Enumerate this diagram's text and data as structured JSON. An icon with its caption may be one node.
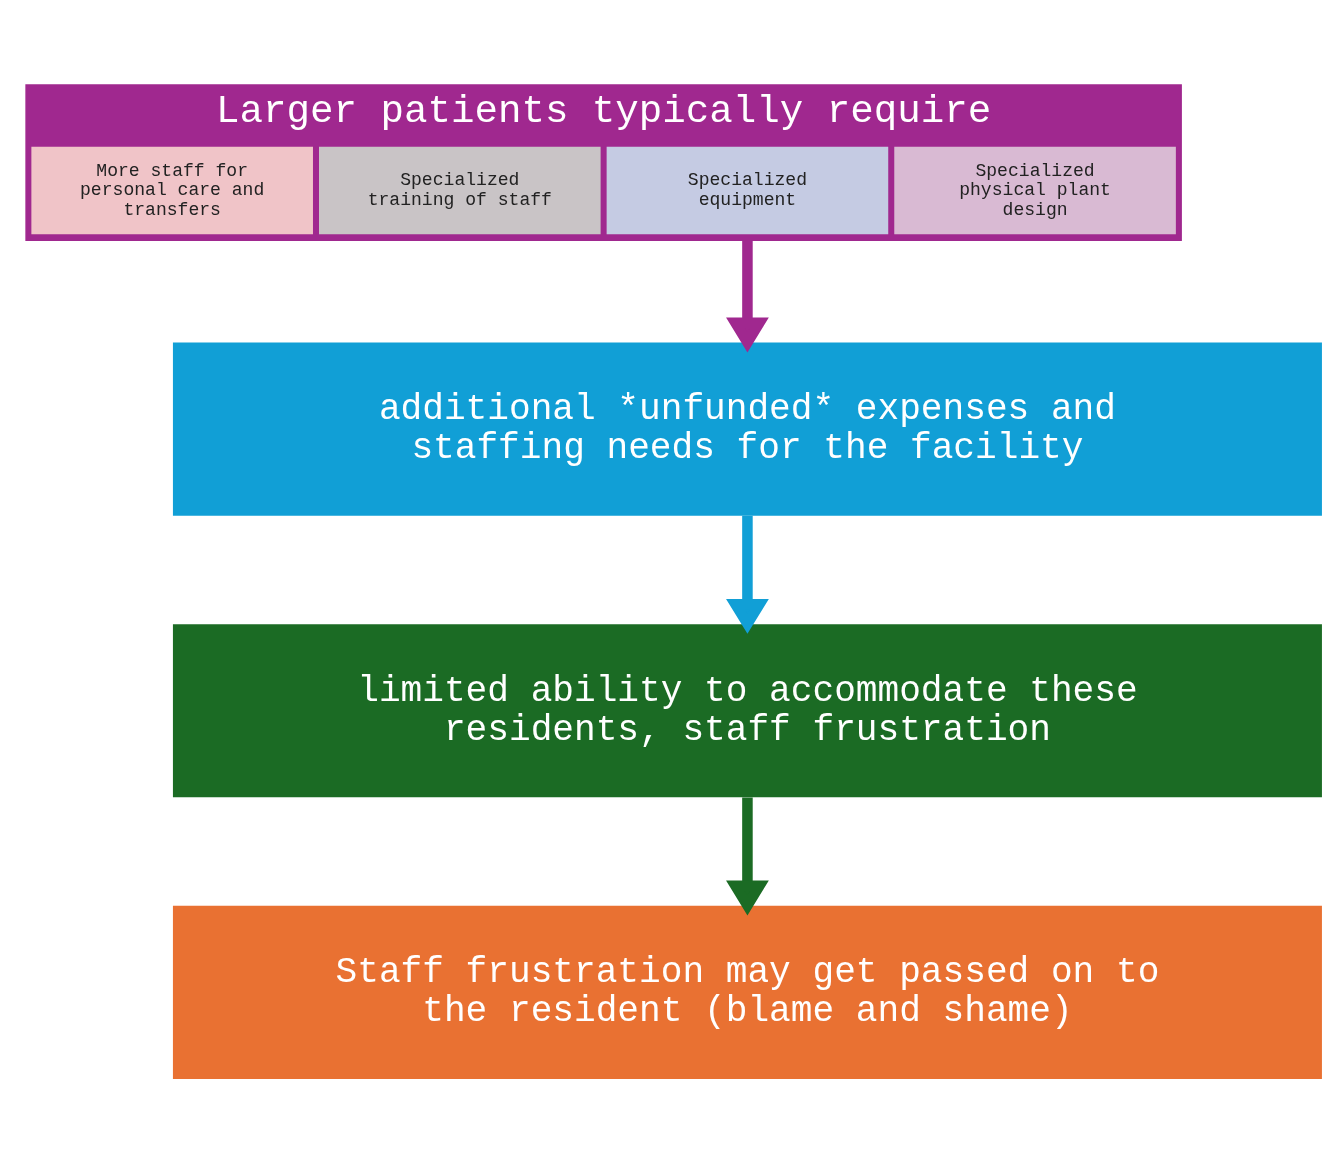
{
  "diagram": {
    "nodes": [
      {
        "text": [
          "Larger patients typically require"
        ]
      },
      {
        "text": [
          "More staff for personal care and transfers"
        ],
        "in": 0
      },
      {
        "text": [
          "Specialized training of staff"
        ],
        "in": 0
      },
      {
        "text": [
          "Specialized equipment"
        ],
        "in": 0
      },
      {
        "text": [
          "Specialized physical plant design"
        ],
        "in": 0
      },
      {
        "text": [
          "additional *unfunded* expenses and staffing needs for the facility"
        ]
      },
      {
        "text": [
          "limited ability to accommodate these residents, staff frustration"
        ]
      },
      {
        "text": [
          "Staff frustration may get passed on to the resident (blame and shame)"
        ]
      }
    ],
    "edges": [
      {
        "from": 0,
        "to": 5,
        "arrow": "to",
        "color": "#a0288f"
      },
      {
        "from": 5,
        "to": 6,
        "arrow": "to",
        "color": "#119fd6"
      },
      {
        "from": 6,
        "to": 7,
        "arrow": "to",
        "color": "#1b6b24"
      }
    ]
  }
}
